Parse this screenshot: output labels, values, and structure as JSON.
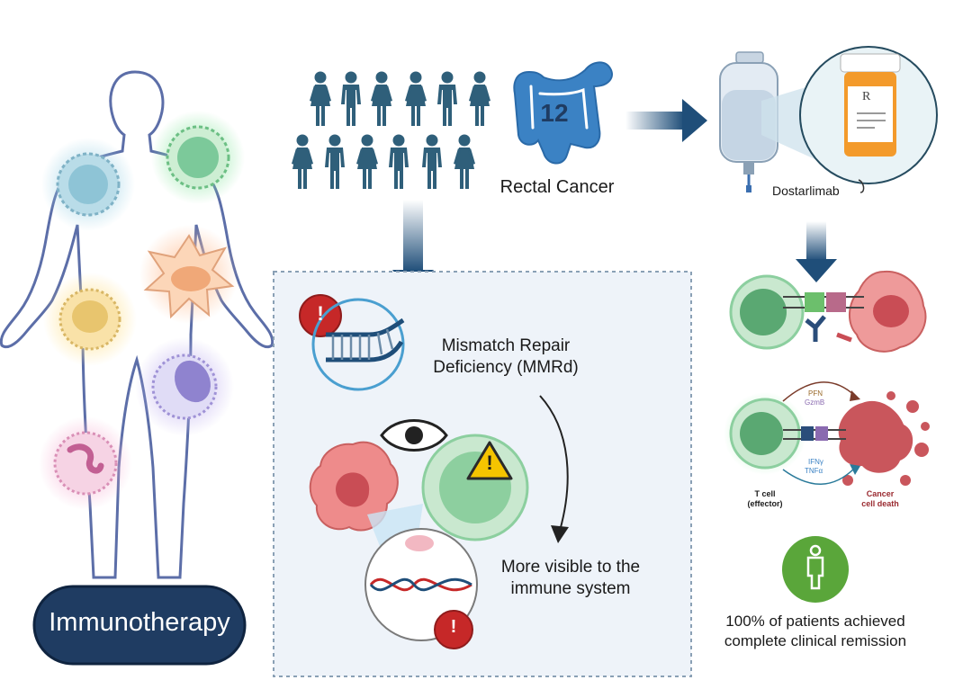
{
  "immunotherapy": {
    "label": "Immunotherapy"
  },
  "cohort": {
    "patient_count": "12",
    "caption": "Rectal Cancer"
  },
  "drug": {
    "label": "Dostarlimab",
    "rx_symbol": "R"
  },
  "mmr": {
    "title_line1": "Mismatch Repair",
    "title_line2": "Deficiency (MMRd)"
  },
  "visibility": {
    "line1": "More visible to the",
    "line2": "immune system"
  },
  "mechanism": {
    "cytotoxic_1": "PFN",
    "cytotoxic_2": "GzmB",
    "cytokine_1": "IFNγ",
    "cytokine_2": "TNFα",
    "tcell_line1": "T cell",
    "tcell_line2": "(effector)",
    "death_line1": "Cancer",
    "death_line2": "cell death"
  },
  "outcome": {
    "line1": "100% of patients achieved",
    "line2": "complete clinical remission"
  },
  "colors": {
    "navy": "#1f4e79",
    "teal_person": "#2f5f7a",
    "colon_blue": "#3b82c4",
    "alert_red": "#c62828",
    "warning_yellow": "#f5c400",
    "success_green": "#5aa63a",
    "cancer_pink": "#e67b7b",
    "tcell_green": "#7cc89a"
  },
  "icons": [
    "human-body-outline",
    "person-female-icon",
    "person-male-icon",
    "colon-icon",
    "iv-bag-icon",
    "pill-bottle-icon",
    "alert-icon",
    "dna-repair-icon",
    "eye-icon",
    "warning-icon",
    "person-outline-icon"
  ]
}
